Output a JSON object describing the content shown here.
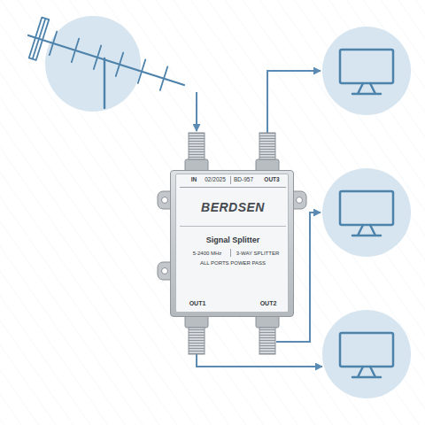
{
  "diagram": {
    "nodes": [
      {
        "text": [
          "IN",
          "02/2025",
          "BD-957",
          "OUT3",
          "BERDSEN",
          "Signal Splitter",
          "5-2400 MHz",
          "3-WAY SPLITTER",
          "ALL PORTS POWER PASS",
          "OUT1",
          "OUT2"
        ]
      }
    ]
  }
}
